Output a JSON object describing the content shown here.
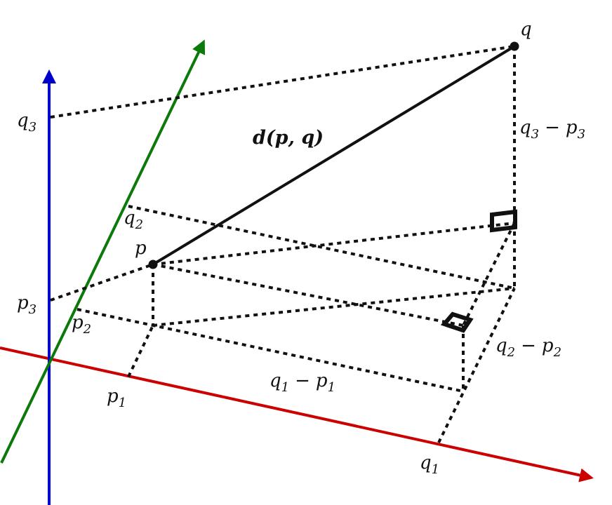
{
  "colors": {
    "x_axis": "#cc0000",
    "y_axis": "#0b7a0b",
    "z_axis": "#0000cc",
    "lines": "#111111"
  },
  "points": {
    "p": "p",
    "q": "q"
  },
  "distance_label": "d(p, q)",
  "diff_labels": {
    "x": {
      "base": "q",
      "sub1": "1",
      "minus": "−",
      "base2": "p",
      "sub2": "1"
    },
    "y": {
      "base": "q",
      "sub1": "2",
      "minus": "−",
      "base2": "p",
      "sub2": "2"
    },
    "z": {
      "base": "q",
      "sub1": "3",
      "minus": "−",
      "base2": "p",
      "sub2": "3"
    }
  },
  "axis_labels": {
    "p1": {
      "base": "p",
      "sub": "1"
    },
    "p2": {
      "base": "p",
      "sub": "2"
    },
    "p3": {
      "base": "p",
      "sub": "3"
    },
    "q1": {
      "base": "q",
      "sub": "1"
    },
    "q2": {
      "base": "q",
      "sub": "2"
    },
    "q3": {
      "base": "q",
      "sub": "3"
    }
  }
}
